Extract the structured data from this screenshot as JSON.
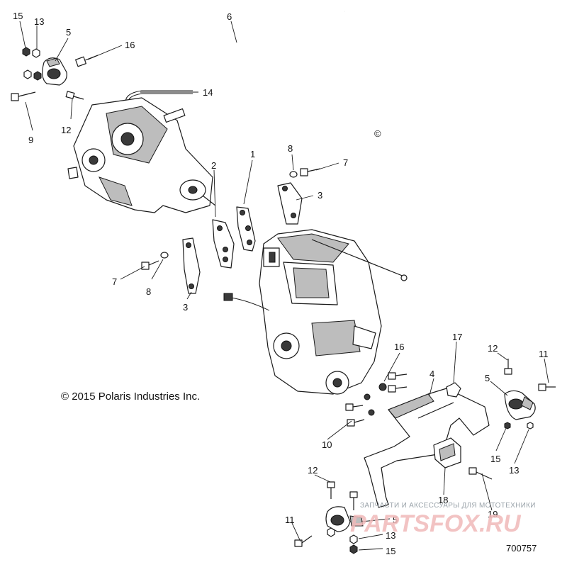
{
  "copyright": "© 2015 Polaris Industries Inc.",
  "copyright_mark": "©",
  "diagram_code": "700757",
  "watermark": {
    "tagline": "ЗАПЧАСТИ И АКСЕССУАРЫ ДЛЯ МОТОТЕХНИКИ",
    "brand": "PARTSFOX.RU"
  },
  "callouts": [
    {
      "id": "c15a",
      "label": "15"
    },
    {
      "id": "c13a",
      "label": "13"
    },
    {
      "id": "c5a",
      "label": "5"
    },
    {
      "id": "c16a",
      "label": "16"
    },
    {
      "id": "c6",
      "label": "6"
    },
    {
      "id": "c14",
      "label": "14"
    },
    {
      "id": "c9",
      "label": "9"
    },
    {
      "id": "c12a",
      "label": "12"
    },
    {
      "id": "c1",
      "label": "1"
    },
    {
      "id": "c2",
      "label": "2"
    },
    {
      "id": "c8a",
      "label": "8"
    },
    {
      "id": "c7a",
      "label": "7"
    },
    {
      "id": "c3a",
      "label": "3"
    },
    {
      "id": "c7b",
      "label": "7"
    },
    {
      "id": "c8b",
      "label": "8"
    },
    {
      "id": "c3b",
      "label": "3"
    },
    {
      "id": "c16b",
      "label": "16"
    },
    {
      "id": "c17",
      "label": "17"
    },
    {
      "id": "c4",
      "label": "4"
    },
    {
      "id": "c12b",
      "label": "12"
    },
    {
      "id": "c11a",
      "label": "11"
    },
    {
      "id": "c5b",
      "label": "5"
    },
    {
      "id": "c10",
      "label": "10"
    },
    {
      "id": "c15b",
      "label": "15"
    },
    {
      "id": "c13b",
      "label": "13"
    },
    {
      "id": "c12c",
      "label": "12"
    },
    {
      "id": "c18",
      "label": "18"
    },
    {
      "id": "c19",
      "label": "19"
    },
    {
      "id": "c5c",
      "label": "5"
    },
    {
      "id": "c11b",
      "label": "11"
    },
    {
      "id": "c13c",
      "label": "13"
    },
    {
      "id": "c15c",
      "label": "15"
    }
  ]
}
